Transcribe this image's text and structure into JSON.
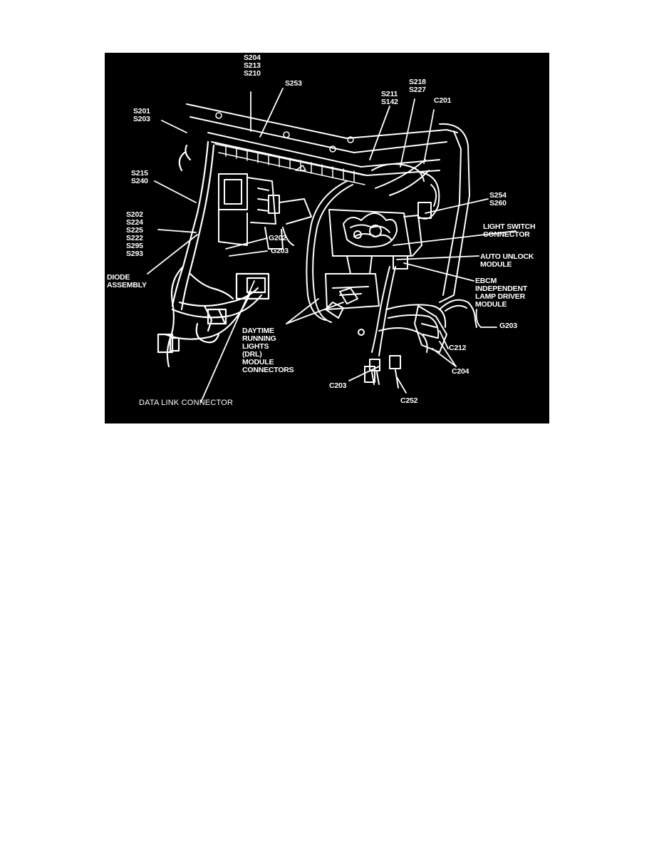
{
  "colors": {
    "background": "#000000",
    "ink": "#ffffff",
    "page": "#ffffff"
  },
  "callouts": {
    "s204_group": [
      "S204",
      "S213",
      "S210"
    ],
    "s253": [
      "S253"
    ],
    "s201_group": [
      "S201",
      "S203"
    ],
    "s211_group": [
      "S211",
      "S142"
    ],
    "s218_group": [
      "S218",
      "S227"
    ],
    "c201": [
      "C201"
    ],
    "s215_group": [
      "S215",
      "S240"
    ],
    "s254_group": [
      "S254",
      "S260"
    ],
    "s202_group": [
      "S202",
      "S224",
      "S225",
      "S222",
      "S295",
      "S293"
    ],
    "light_switch": [
      "LIGHT SWITCH",
      "CONNECTOR"
    ],
    "g202": [
      "G202"
    ],
    "g203_left": [
      "G203"
    ],
    "auto_unlock": [
      "AUTO UNLOCK",
      "MODULE"
    ],
    "diode": [
      "DIODE",
      "ASSEMBLY"
    ],
    "ebcm": [
      "EBCM",
      "INDEPENDENT",
      "LAMP DRIVER",
      "MODULE"
    ],
    "g203_right": [
      "G203"
    ],
    "drl": [
      "DAYTIME",
      "RUNNING",
      "LIGHTS",
      "(DRL)",
      "MODULE",
      "CONNECTORS"
    ],
    "c212": [
      "C212"
    ],
    "c204": [
      "C204"
    ],
    "c203": [
      "C203"
    ],
    "c252": [
      "C252"
    ],
    "data_link": [
      "DATA LINK CONNECTOR"
    ]
  }
}
